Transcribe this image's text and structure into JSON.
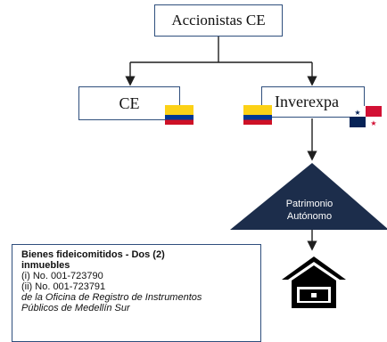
{
  "nodes": {
    "top": "Accionistas CE",
    "left": "CE",
    "right": "Inverexpa",
    "triangle_line1": "Patrimonio",
    "triangle_line2": "Autónomo"
  },
  "flags": {
    "colombia": [
      "#FCD116",
      "#003893",
      "#CE1126"
    ],
    "panama": {
      "red": "#D21034",
      "blue": "#072357",
      "white": "#ffffff"
    }
  },
  "icon": "safe-house-icon",
  "info": {
    "title_line1": "Bienes fideicomitidos - Dos (2)",
    "title_line2": "inmuebles",
    "item1": "(i) No. 001-723790",
    "item2": "(ii) No. 001-723791",
    "note_line1": "de la Oficina de Registro de Instrumentos",
    "note_line2": "Públicos de Medellín Sur"
  },
  "colors": {
    "connector": "#1f1f1f",
    "box_border": "#2f4f7d",
    "triangle": "#1c2d4b"
  }
}
